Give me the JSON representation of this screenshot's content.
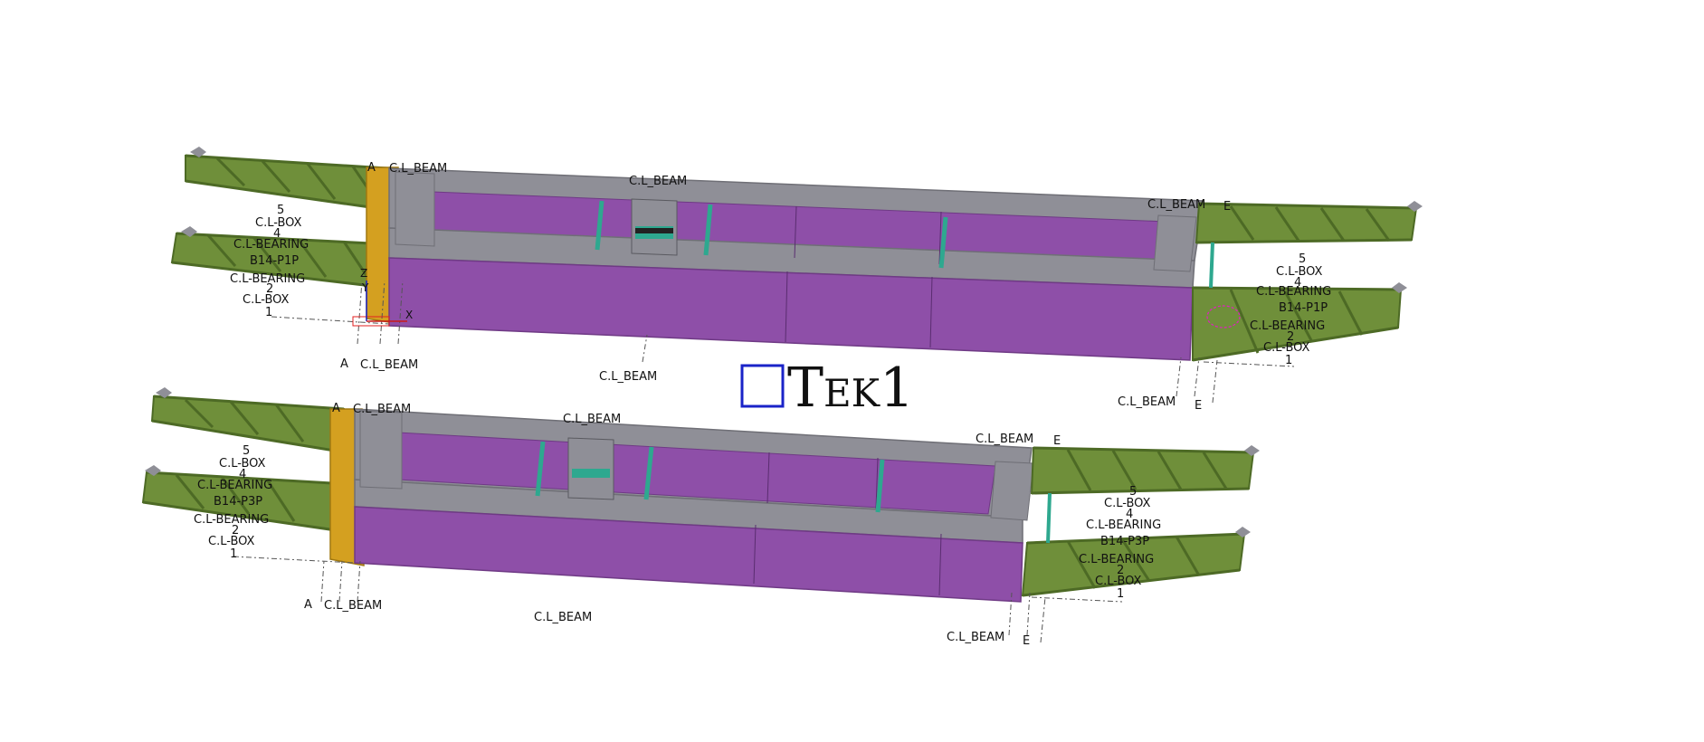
{
  "logo": {
    "text": "Tek1",
    "box_color": "#1a23c8"
  },
  "colors": {
    "truss": "#6f8f3a",
    "truss_dark": "#4d6a25",
    "beam": "#8f8f97",
    "beam_dark": "#6f6f76",
    "panel": "#8e4fa8",
    "panel_dark": "#7a3f92",
    "yellow": "#d4a020",
    "teal": "#2ea88f"
  },
  "model_top": {
    "left_labels": [
      "A",
      "C.L_BEAM",
      "5",
      "C.L-BOX",
      "4",
      "C.L-BEARING",
      "B14-P1P",
      "C.L-BEARING",
      "2",
      "C.L-BOX",
      "1",
      "A",
      "C.L_BEAM"
    ],
    "center_labels": [
      "C.L_BEAM",
      "C.L_BEAM"
    ],
    "right_labels": [
      "C.L_BEAM",
      "E",
      "5",
      "C.L-BOX",
      "4",
      "C.L-BEARING",
      "B14-P1P",
      "C.L-BEARING",
      "2",
      "C.L-BOX",
      "1",
      "C.L_BEAM",
      "E"
    ],
    "axis": {
      "z": "Z",
      "y": "Y",
      "x": "X"
    }
  },
  "model_bottom": {
    "left_labels": [
      "A",
      "C.L_BEAM",
      "5",
      "C.L-BOX",
      "4",
      "C.L-BEARING",
      "B14-P3P",
      "C.L-BEARING",
      "2",
      "C.L-BOX",
      "1",
      "A",
      "C.L_BEAM"
    ],
    "center_labels": [
      "C.L_BEAM",
      "C.L_BEAM"
    ],
    "right_labels": [
      "C.L_BEAM",
      "E",
      "5",
      "C.L-BOX",
      "4",
      "C.L-BEARING",
      "B14-P3P",
      "C.L-BEARING",
      "2",
      "C.L-BOX",
      "1",
      "C.L_BEAM",
      "E"
    ]
  }
}
